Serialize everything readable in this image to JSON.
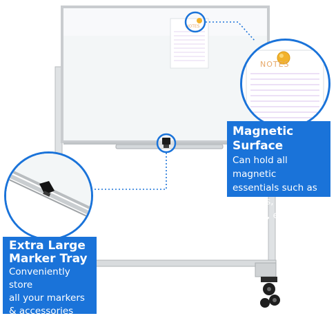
{
  "magnetic_surface": {
    "title": "Magnetic Surface",
    "lines": [
      "Can hold all magnetic",
      "essentials such as",
      "markers, magnets,",
      "erasers, etc."
    ]
  },
  "marker_tray": {
    "title_lines": [
      "Extra Large",
      "Marker Tray"
    ],
    "lines": [
      "Conveniently store",
      "all your markers",
      "& accessories"
    ]
  },
  "notes_card": {
    "label": "NOTES"
  },
  "colors": {
    "accent_blue": "#1a73d9",
    "board_frame": "#c9cccf",
    "board_surface": "#f3f6f7",
    "magnet_orange": "#f2b22b"
  }
}
